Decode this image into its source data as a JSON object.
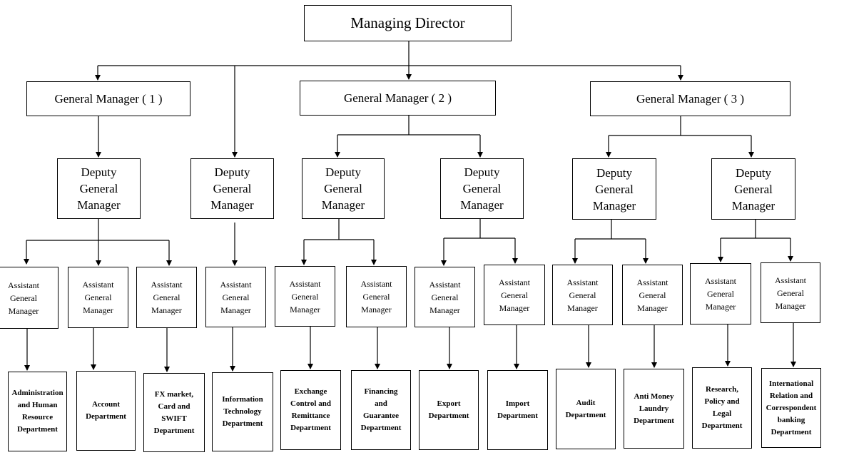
{
  "managing_director": "Managing Director",
  "general_managers": [
    "General Manager ( 1 )",
    "General Manager ( 2 )",
    "General Manager ( 3 )"
  ],
  "deputy_general_managers": [
    "Deputy\nGeneral\nManager",
    "Deputy\nGeneral\nManager",
    "Deputy\nGeneral\nManager",
    "Deputy\nGeneral\nManager",
    "Deputy\nGeneral\nManager",
    "Deputy\nGeneral\nManager"
  ],
  "assistant_general_managers": [
    "Assistant\nGeneral\nManager",
    "Assistant\nGeneral\nManager",
    "Assistant\nGeneral\nManager",
    "Assistant\nGeneral\nManager",
    "Assistant\nGeneral\nManager",
    "Assistant\nGeneral\nManager",
    "Assistant\nGeneral\nManager",
    "Assistant\nGeneral\nManager",
    "Assistant\nGeneral\nManager",
    "Assistant\nGeneral\nManager",
    "Assistant\nGeneral\nManager",
    "Assistant\nGeneral\nManager"
  ],
  "departments": [
    "Administration\nand Human\nResource\nDepartment",
    "Account\nDepartment",
    "FX market,\nCard and\nSWIFT\nDepartment",
    "Information\nTechnology\nDepartment",
    "Exchange\nControl and\nRemittance\nDepartment",
    "Financing\nand\nGuarantee\nDepartment",
    "Export\nDepartment",
    "Import\nDepartment",
    "Audit\nDepartment",
    "Anti Money\nLaundry\nDepartment",
    "Research,\nPolicy  and\nLegal\nDepartment",
    "International\nRelation and\nCorrespondent\nbanking\nDepartment"
  ]
}
